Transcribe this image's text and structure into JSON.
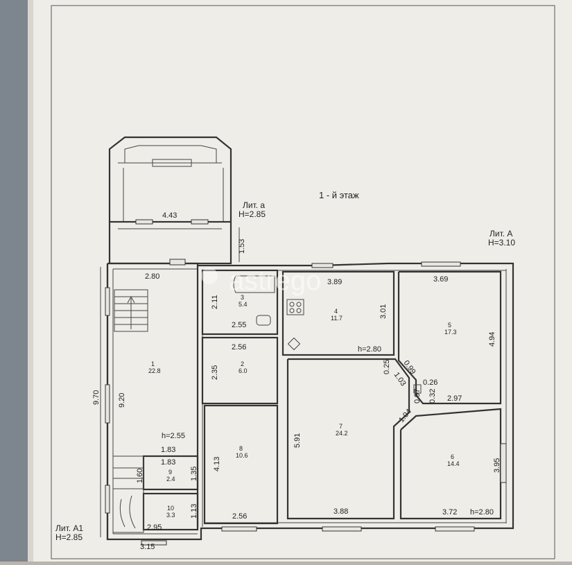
{
  "plan": {
    "title": "1 - й этаж",
    "lit_a_small": {
      "name": "Лит. а",
      "height": "H=2.85"
    },
    "lit_a_big": {
      "name": "Лит. А",
      "height": "H=3.10"
    },
    "lit_a1": {
      "name": "Лит. А1",
      "height": "H=2.85"
    }
  },
  "watermark": {
    "text": "astrego"
  },
  "rooms": [
    {
      "num": "1",
      "area": "22.8"
    },
    {
      "num": "2",
      "area": "6.0"
    },
    {
      "num": "3",
      "area": "5.4"
    },
    {
      "num": "4",
      "area": "11.7"
    },
    {
      "num": "5",
      "area": "17.3"
    },
    {
      "num": "6",
      "area": "14.4"
    },
    {
      "num": "7",
      "area": "24.2"
    },
    {
      "num": "8",
      "area": "10.6"
    },
    {
      "num": "9",
      "area": "2.4"
    },
    {
      "num": "10",
      "area": "3.3"
    }
  ],
  "dimensions": {
    "d443": "4.43",
    "d153": "1.53",
    "d280": "2.80",
    "d211": "2.11",
    "d255a": "2.55",
    "d256a": "2.56",
    "d235": "2.35",
    "d389": "3.89",
    "d301": "3.01",
    "d369": "3.69",
    "d494": "4.94",
    "d025": "0.25",
    "d099": "0.99",
    "d103": "1.03",
    "d026": "0.26",
    "d097": "0.97",
    "d032": "0.32",
    "d297": "2.97",
    "d104": "1.04",
    "d970": "9.70",
    "d920": "9.20",
    "d591": "5.91",
    "d413": "4.13",
    "d395": "3.95",
    "d183a": "1.83",
    "d183b": "1.83",
    "d160": "1.60",
    "d135": "1.35",
    "d113": "1.13",
    "d295": "2.95",
    "d315": "3.15",
    "d256b": "2.56",
    "d388": "3.88",
    "d372": "3.72"
  },
  "heights": {
    "h1": "h=2.55",
    "h2": "h=2.80",
    "h3": "h=2.80"
  },
  "colors": {
    "paper": "#efede8",
    "ink": "#222222",
    "background": "#b9b4ad"
  }
}
